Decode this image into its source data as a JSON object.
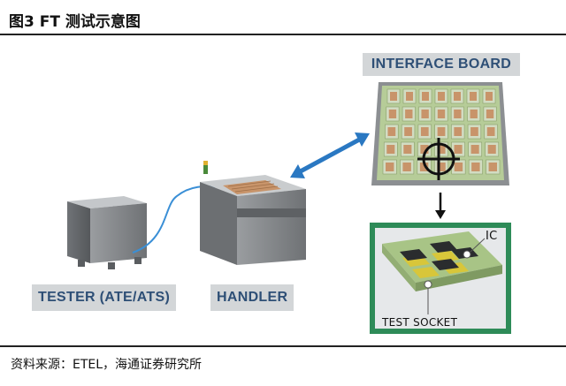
{
  "figure": {
    "title": "图3  FT 测试示意图",
    "source": "资料来源：ETEL，海通证券研究所"
  },
  "diagram": {
    "interface_board_label": "INTERFACE BOARD",
    "tester_label": "TESTER (ATE/ATS)",
    "handler_label": "HANDLER",
    "test_socket_label": "TEST SOCKET",
    "ic_label": "IC"
  },
  "colors": {
    "label_text": "#2e4f76",
    "label_bg": "#d3d6d8",
    "arrow_blue": "#2a78c2",
    "board_green": "#b6cc98",
    "chip_orange": "#c8946a",
    "machine_gray": "#8e9194"
  }
}
